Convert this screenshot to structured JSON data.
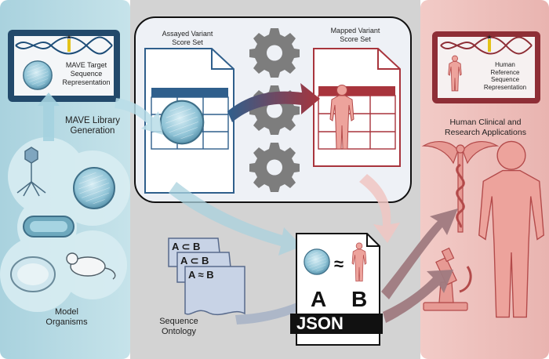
{
  "labels": {
    "mave_target": "MAVE Target\nSequence\nRepresentation",
    "mave_library": "MAVE Library\nGeneration",
    "model_organisms": "Model\nOrganisms",
    "assayed_score_set": "Assayed Variant\nScore Set",
    "mapped_score_set": "Mapped Variant\nScore Set",
    "sequence_ontology": "Sequence\nOntology",
    "human_reference": "Human\nReference\nSequence\nRepresentation",
    "clinical_applications": "Human Clinical and\nResearch Applications"
  },
  "ontology_formulas": [
    "A ⊂ B",
    "A ⊂ B",
    "A ≈ B"
  ],
  "json_doc": {
    "approx_symbol": "≈",
    "letter_a": "A",
    "letter_b": "B",
    "banner": "JSON"
  },
  "colors": {
    "left_panel": "#bfdfe8",
    "middle_panel": "#d3d3d3",
    "right_panel": "#efc0bc",
    "blue_accent": "#2f5f8c",
    "red_accent": "#a8343c",
    "gear": "#7d7d7d"
  }
}
